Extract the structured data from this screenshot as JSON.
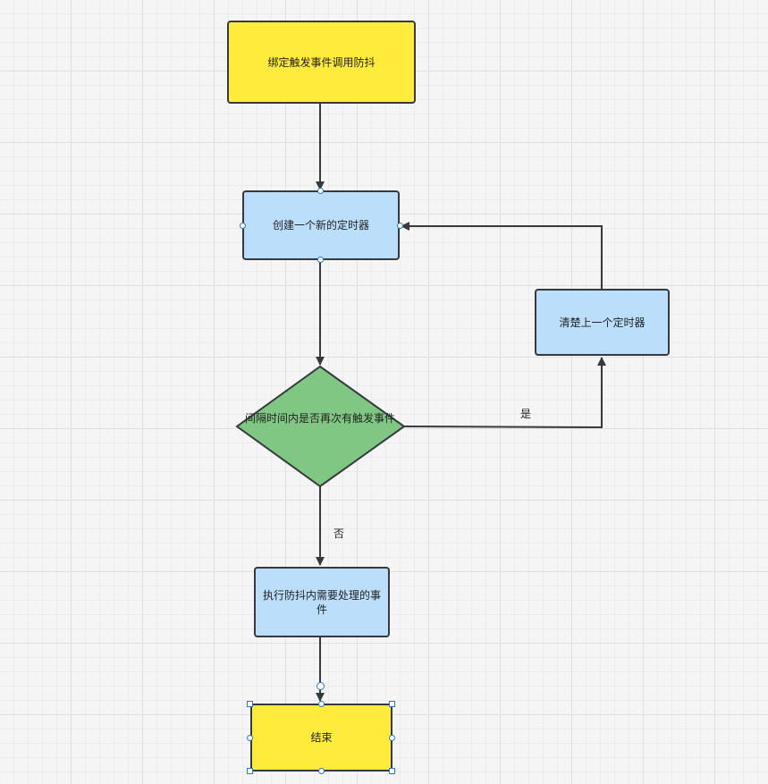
{
  "nodes": {
    "bind": "绑定触发事件调用防抖",
    "create_timer": "创建一个新的定时器",
    "clear_timer": "清楚上一个定时器",
    "decision": "间隔时间内是否再次有触发事件",
    "execute": "执行防抖内需要处理的事件",
    "end": "结束"
  },
  "edges": {
    "yes_label": "是",
    "no_label": "否"
  },
  "colors": {
    "start_end_fill": "#ffeb3b",
    "process_fill": "#bbdefb",
    "decision_fill": "#81c784",
    "stroke": "#36393d",
    "selection": "#2a7ac7"
  }
}
